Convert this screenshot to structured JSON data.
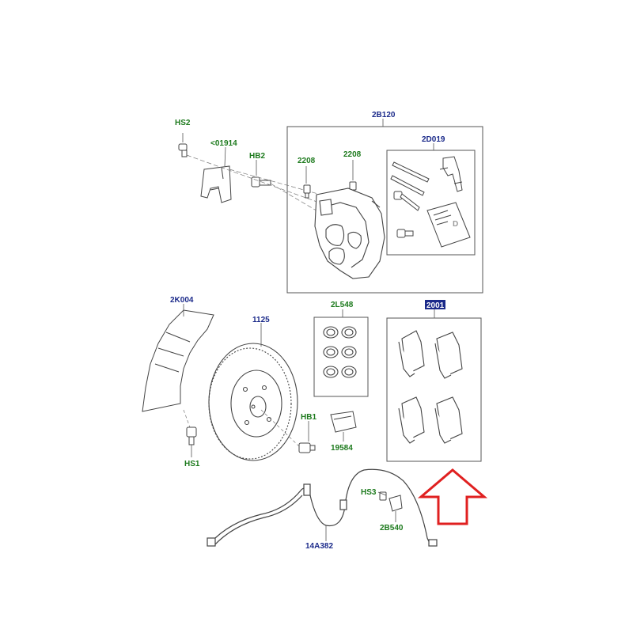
{
  "colors": {
    "blue_label": "#1b2a8a",
    "green_label": "#1d7a1d",
    "outline": "#444444",
    "box": "#555555",
    "arrow": "#e02020",
    "highlight_bg": "#1b2a8a",
    "highlight_text": "#ffffff"
  },
  "labels": {
    "caliper_group": "2B120",
    "hardware_kit": "2D019",
    "pad_set": "2001",
    "piston_seals": "2L548",
    "rotor": "1125",
    "splash_shield": "2K004",
    "sensor_cable": "14A382",
    "sensor_bracket": "2B540",
    "bolt_hs2": "HS2",
    "bolt_hb2": "HB2",
    "bolt_hs1": "HS1",
    "bolt_hb1": "HB1",
    "bolt_hs3": "HS3",
    "bracket_01914": "<01914",
    "bleed_screw_left": "2208",
    "bleed_screw_right": "2208",
    "clip_19584": "19584",
    "manual_letter": "D"
  },
  "icons": [
    "hex-bolt-icon",
    "caliper-icon",
    "brake-pad-icon",
    "seal-ring-icon",
    "rotor-icon",
    "shield-icon",
    "cable-icon",
    "up-arrow-icon"
  ]
}
